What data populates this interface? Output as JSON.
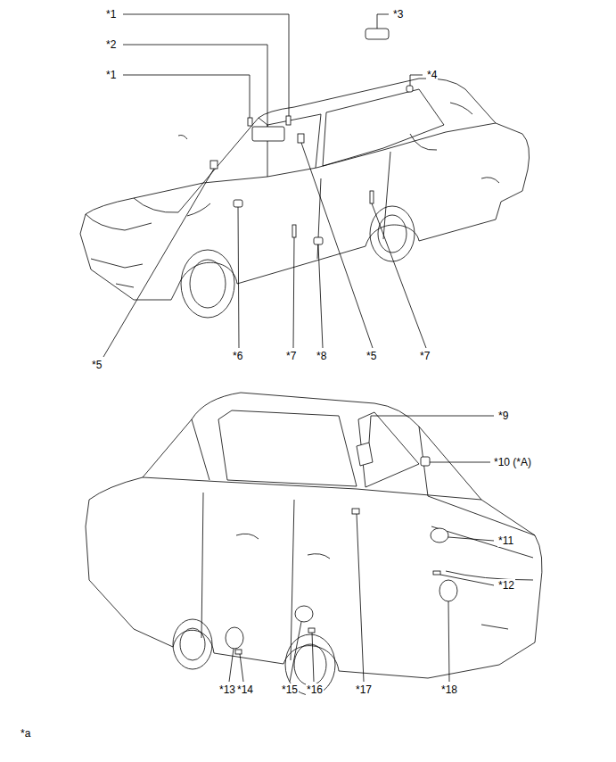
{
  "diagram": {
    "labels": [
      "*1",
      "*2",
      "*1",
      "*3",
      "*4",
      "*5",
      "*6",
      "*7",
      "*8",
      "*5",
      "*7",
      "*9",
      "*10 (*A)",
      "*11",
      "*12",
      "*13",
      "*14",
      "*15",
      "*16",
      "*17",
      "*18",
      "*a"
    ]
  }
}
